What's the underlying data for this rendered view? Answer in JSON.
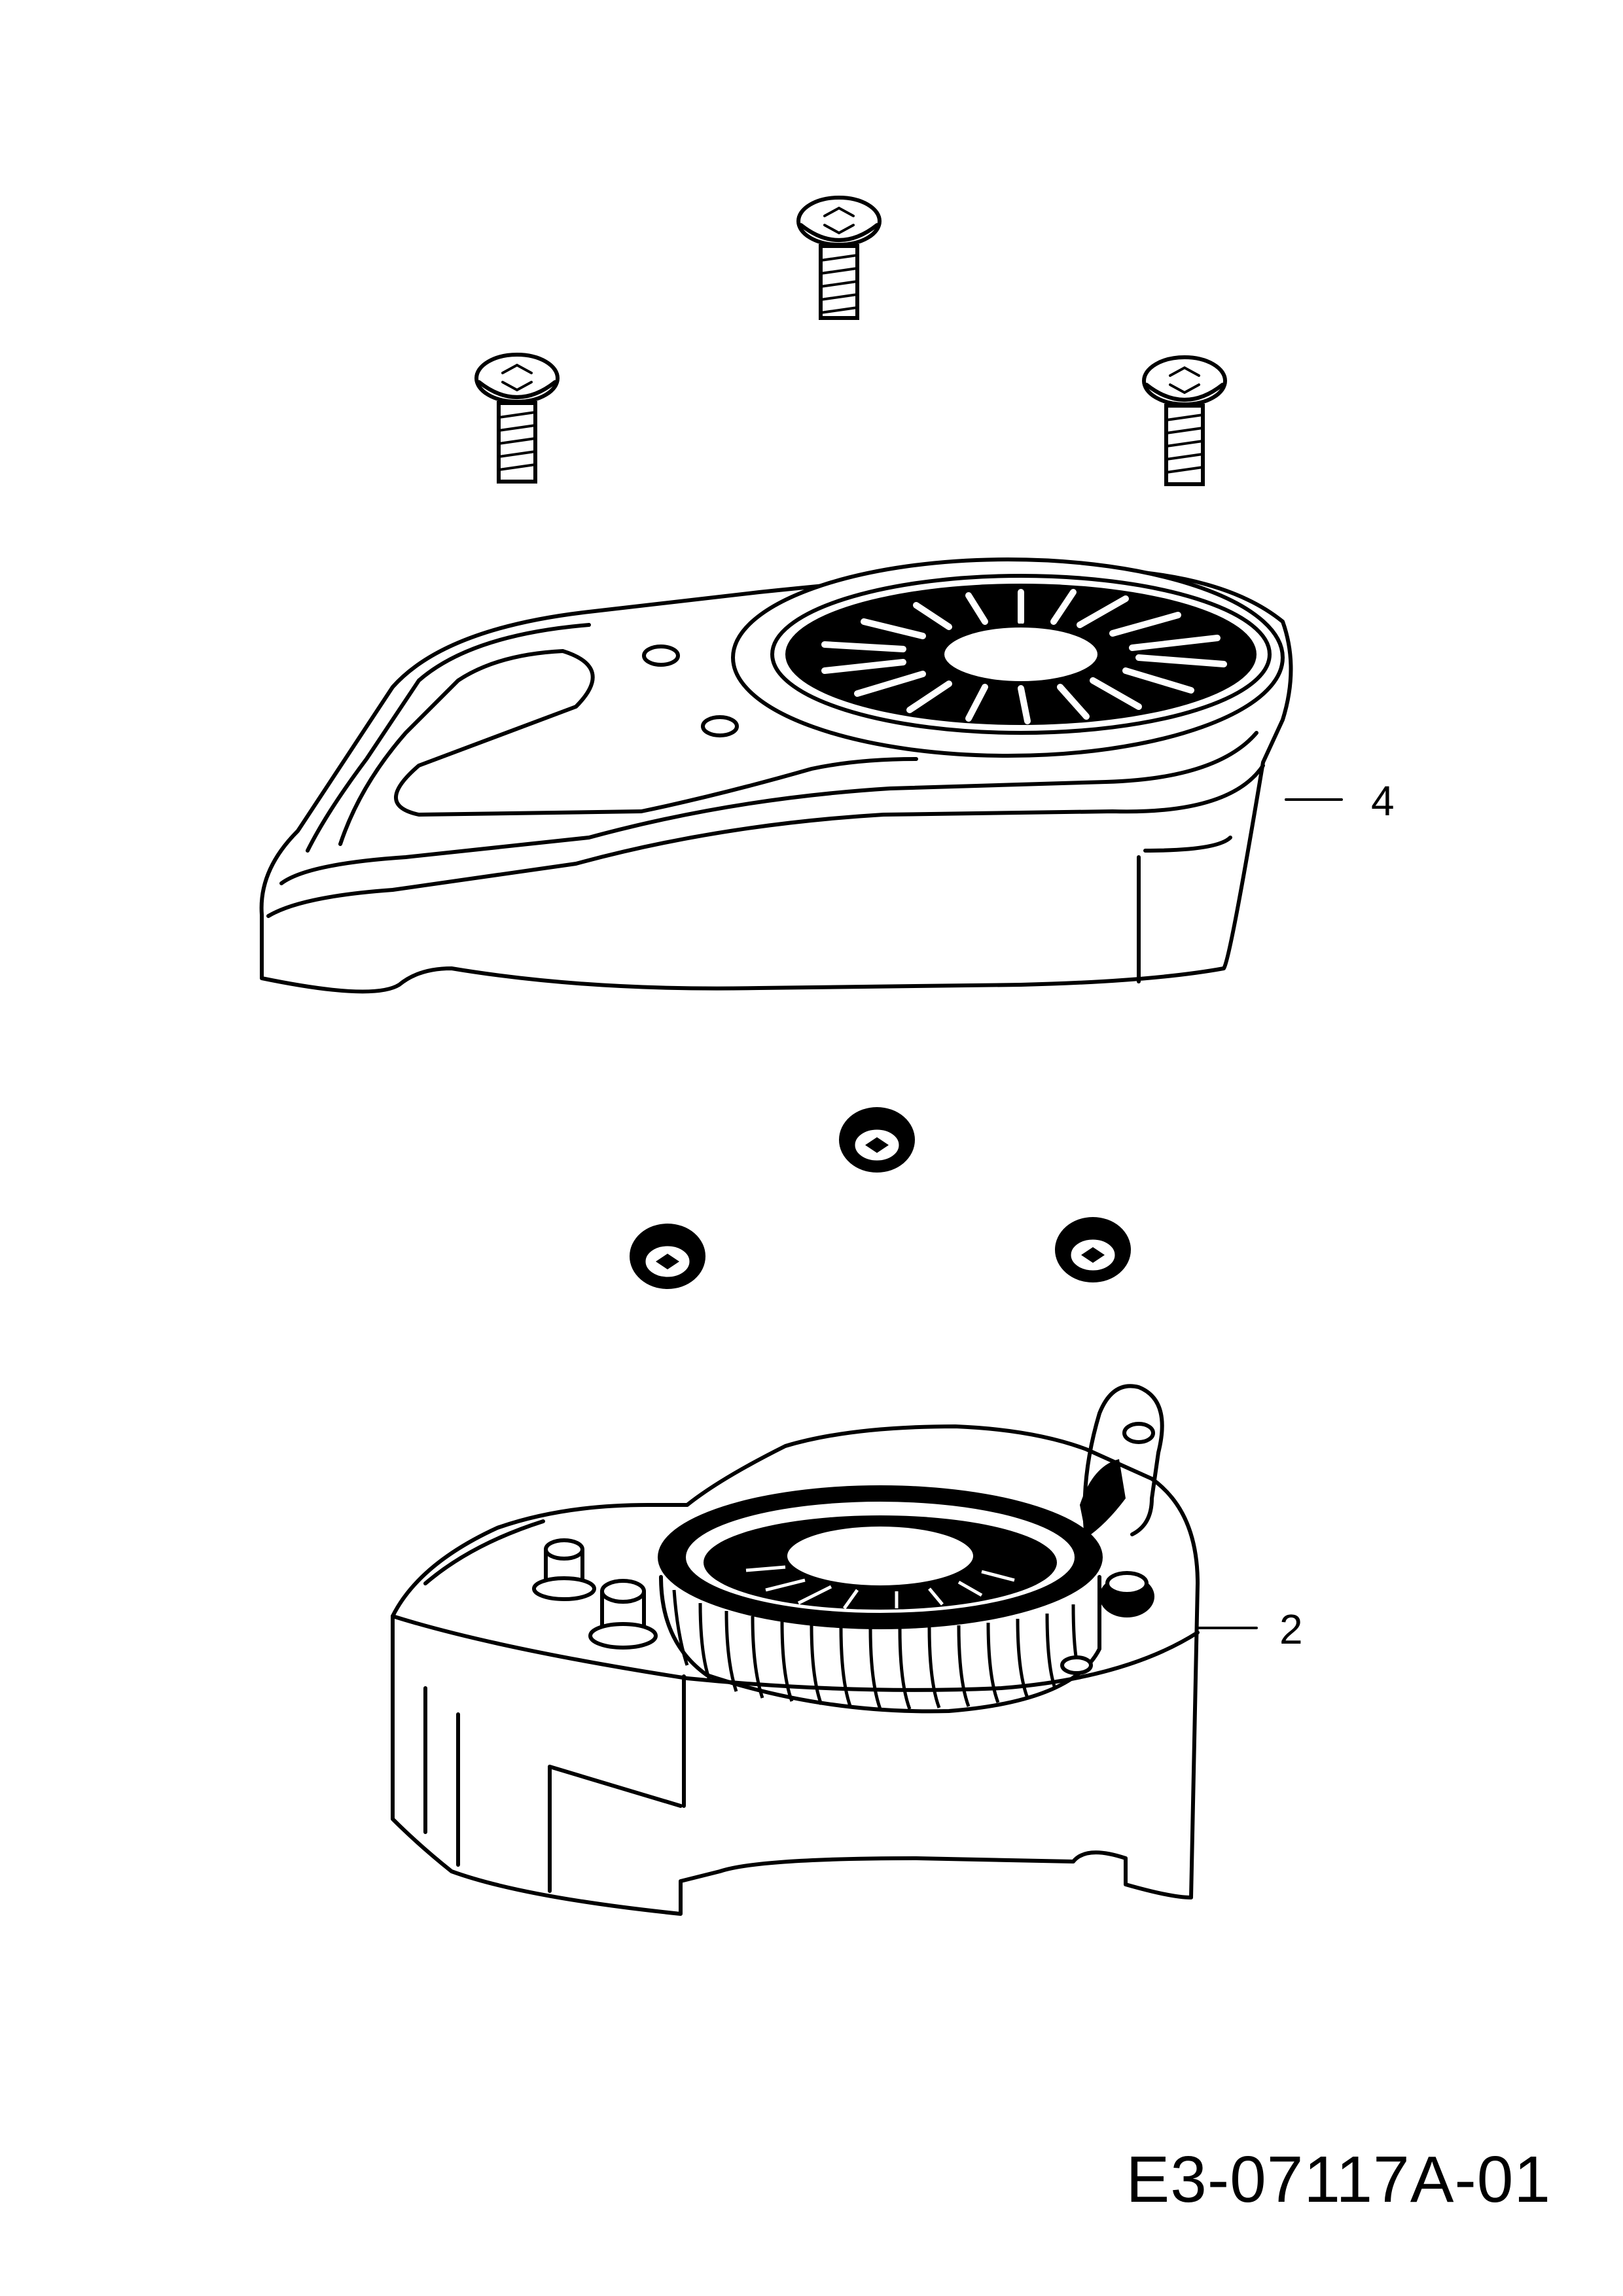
{
  "callouts": {
    "cover_label": "4",
    "starter_label": "2"
  },
  "document": {
    "drawing_number": "E3-07117A-01"
  }
}
